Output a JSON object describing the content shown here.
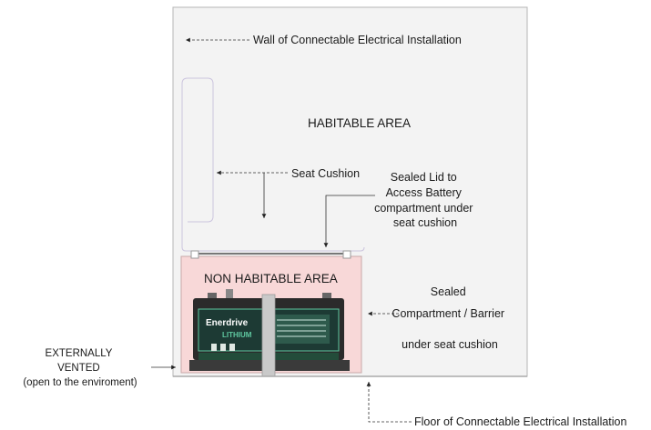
{
  "labels": {
    "wall": "Wall of Connectable Electrical Installation",
    "habitable": "HABITABLE AREA",
    "seat_cushion": "Seat Cushion",
    "sealed_lid": [
      "Sealed Lid to",
      "Access Battery",
      "compartment under",
      "seat cushion"
    ],
    "non_habitable": "NON HABITABLE AREA",
    "sealed_compartment": [
      "Sealed",
      "Compartment / Barrier",
      "under seat cushion"
    ],
    "externally_vented": [
      "EXTERNALLY",
      "VENTED",
      "(open to the enviroment)"
    ],
    "floor": "Floor of Connectable Electrical Installation"
  },
  "battery": {
    "brand": "Enerdrive",
    "model": "LITHIUM",
    "colors": {
      "body": "#1d3a34",
      "accent": "#5fc8a0",
      "casing": "#2b2b2b"
    }
  },
  "colors": {
    "wall": "#f3f3f3",
    "wall_border": "#b8b8b8",
    "non_habitable_fill": "#f9d9d9",
    "cushion_outline": "#c9c2dd"
  }
}
